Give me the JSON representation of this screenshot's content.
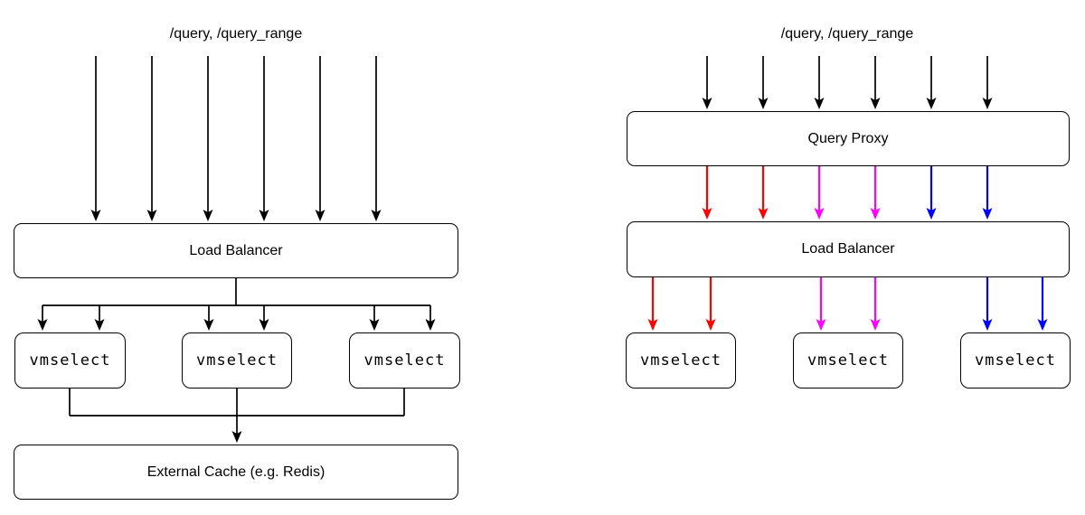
{
  "colors": {
    "arrow_black": "#000000",
    "arrow_red": "#ff0000",
    "arrow_magenta": "#ff00ff",
    "arrow_blue": "#0000ff",
    "box_border": "#000000",
    "box_fill": "#ffffff",
    "background": "#ffffff",
    "text": "#000000"
  },
  "left_diagram": {
    "endpoint_label": "/query, /query_range",
    "nodes": {
      "load_balancer": "Load Balancer",
      "vmselect": [
        "vmselect",
        "vmselect",
        "vmselect"
      ],
      "external_cache": "External Cache (e.g. Redis)"
    },
    "edges": [
      {
        "from": "clients",
        "to": "load_balancer",
        "arrows": 6,
        "color": "black"
      },
      {
        "from": "load_balancer",
        "to": "vmselect_nodes",
        "arrows": 6,
        "color": "black"
      },
      {
        "from": "vmselect_nodes",
        "to": "external_cache",
        "arrows": 1,
        "color": "black"
      }
    ]
  },
  "right_diagram": {
    "endpoint_label": "/query, /query_range",
    "nodes": {
      "query_proxy": "Query Proxy",
      "load_balancer": "Load Balancer",
      "vmselect": [
        "vmselect",
        "vmselect",
        "vmselect"
      ]
    },
    "edges": [
      {
        "from": "clients",
        "to": "query_proxy",
        "arrows": 6,
        "color": "black"
      },
      {
        "from": "query_proxy",
        "to": "load_balancer",
        "arrows": 6,
        "colors": [
          "red",
          "red",
          "magenta",
          "magenta",
          "blue",
          "blue"
        ]
      },
      {
        "from": "load_balancer",
        "to": "vmselect_1",
        "arrows": 2,
        "color": "red"
      },
      {
        "from": "load_balancer",
        "to": "vmselect_2",
        "arrows": 2,
        "color": "magenta"
      },
      {
        "from": "load_balancer",
        "to": "vmselect_3",
        "arrows": 2,
        "color": "blue"
      }
    ]
  }
}
